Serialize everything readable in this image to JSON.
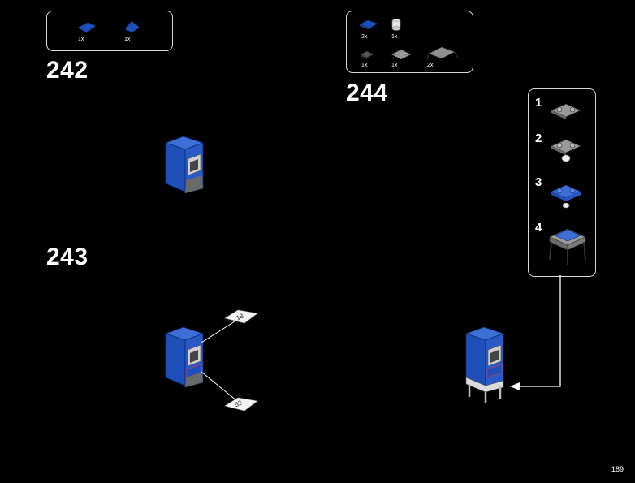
{
  "steps": {
    "s242": {
      "number": "242",
      "parts": [
        {
          "qty": "1x",
          "icon": "blue-tile-wedge-left"
        },
        {
          "qty": "1x",
          "icon": "blue-tile-wedge-right"
        }
      ]
    },
    "s243": {
      "number": "243",
      "stickers": [
        {
          "text": "18"
        },
        {
          "text": "52"
        }
      ]
    },
    "s244": {
      "number": "244",
      "parts": [
        {
          "qty": "2x",
          "icon": "blue-plate-1x2"
        },
        {
          "qty": "1x",
          "icon": "white-round-brick"
        },
        {
          "qty": "1x",
          "icon": "dark-grey-tile"
        },
        {
          "qty": "1x",
          "icon": "grey-plate-with-clips"
        },
        {
          "qty": "2x",
          "icon": "grey-bracket"
        }
      ],
      "substeps": [
        "1",
        "2",
        "3",
        "4"
      ]
    }
  },
  "page_number": "189",
  "colors": {
    "lego_blue": "#1f4fb8",
    "grey": "#8a8a8a",
    "background": "#000000"
  }
}
